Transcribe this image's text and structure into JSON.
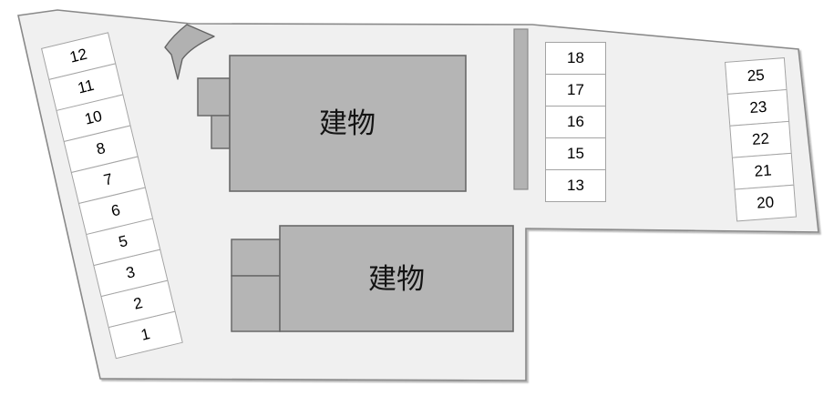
{
  "buildings": [
    {
      "label": "建物"
    },
    {
      "label": "建物"
    }
  ],
  "parking": {
    "left_column": [
      "12",
      "11",
      "10",
      "8",
      "7",
      "6",
      "5",
      "3",
      "2",
      "1"
    ],
    "middle_column": [
      "18",
      "17",
      "16",
      "15",
      "13"
    ],
    "right_column": [
      "25",
      "23",
      "22",
      "21",
      "20"
    ]
  },
  "icons": {
    "entrance_arrow": "curved-swoosh-arrow",
    "wall_strip": "vertical-gray-strip"
  },
  "colors": {
    "site_fill": "#f0f0f0",
    "site_stroke": "#898989",
    "building_fill": "#b5b5b5",
    "building_stroke": "#696969",
    "stall_fill": "#ffffff",
    "stall_border": "#a3a3a3",
    "number_text": "#000000",
    "arrow_fill": "#b1b1b1",
    "strip_fill": "#b3b3b3"
  }
}
